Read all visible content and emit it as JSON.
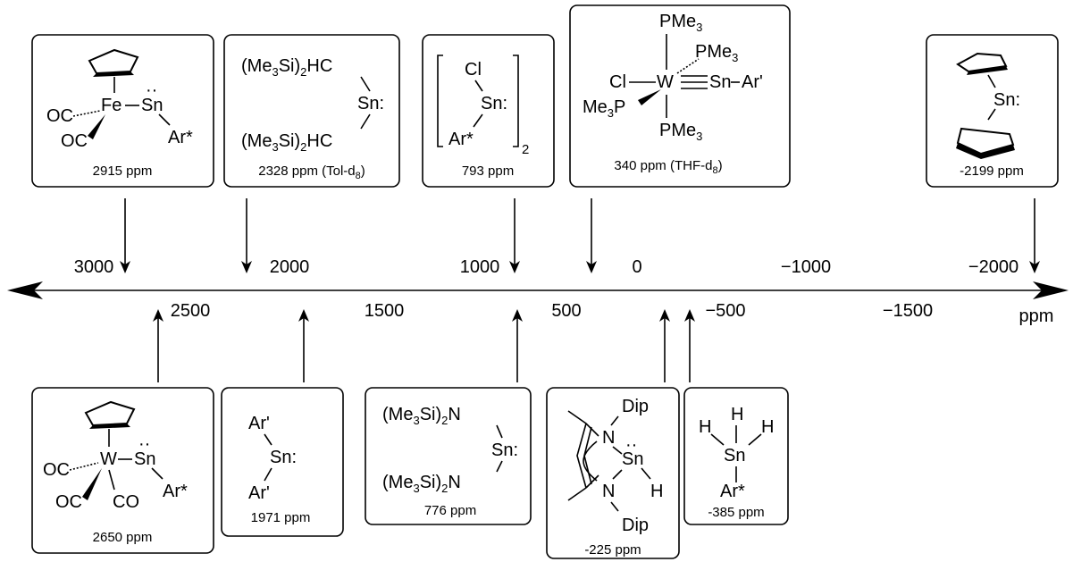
{
  "axis": {
    "unit": "ppm",
    "ticks_top": [
      "3000",
      "2000",
      "1000",
      "0",
      "−1000",
      "−2000"
    ],
    "ticks_bottom": [
      "2500",
      "1500",
      "500",
      "−500",
      "−1500"
    ]
  },
  "compounds_top": [
    {
      "shift_label": "2915 ppm",
      "shift": 2915
    },
    {
      "shift_label": "2328 ppm (Tol-d",
      "solvent_sub": "8",
      "solvent_close": ")",
      "shift": 2328
    },
    {
      "shift_label": "793 ppm",
      "shift": 793
    },
    {
      "shift_label": "340 ppm (THF-d",
      "solvent_sub": "8",
      "solvent_close": ")",
      "shift": 340
    },
    {
      "shift_label": "-2199 ppm",
      "shift": -2199
    }
  ],
  "compounds_bottom": [
    {
      "shift_label": "2650 ppm",
      "shift": 2650
    },
    {
      "shift_label": "1971 ppm",
      "shift": 1971
    },
    {
      "shift_label": "776 ppm",
      "shift": 776
    },
    {
      "shift_label": "-225 ppm",
      "shift": -225
    },
    {
      "shift_label": "-385 ppm",
      "shift": -385
    }
  ],
  "structure_text": {
    "oc": "OC",
    "co": "CO",
    "fe": "Fe",
    "w": "W",
    "sn": "Sn",
    "sn_colon": "Sn:",
    "ar_star": "Ar*",
    "ar_prime": "Ar'",
    "me3si": "(Me",
    "si2hc": "Si)",
    "hc": "HC",
    "si2n": "Si)",
    "n": "N",
    "cl": "Cl",
    "dip": "Dip",
    "h": "H",
    "pme": "PMe",
    "me3p": "Me",
    "p": "P",
    "sub3": "3",
    "sub2": "2",
    "dots": "··"
  }
}
